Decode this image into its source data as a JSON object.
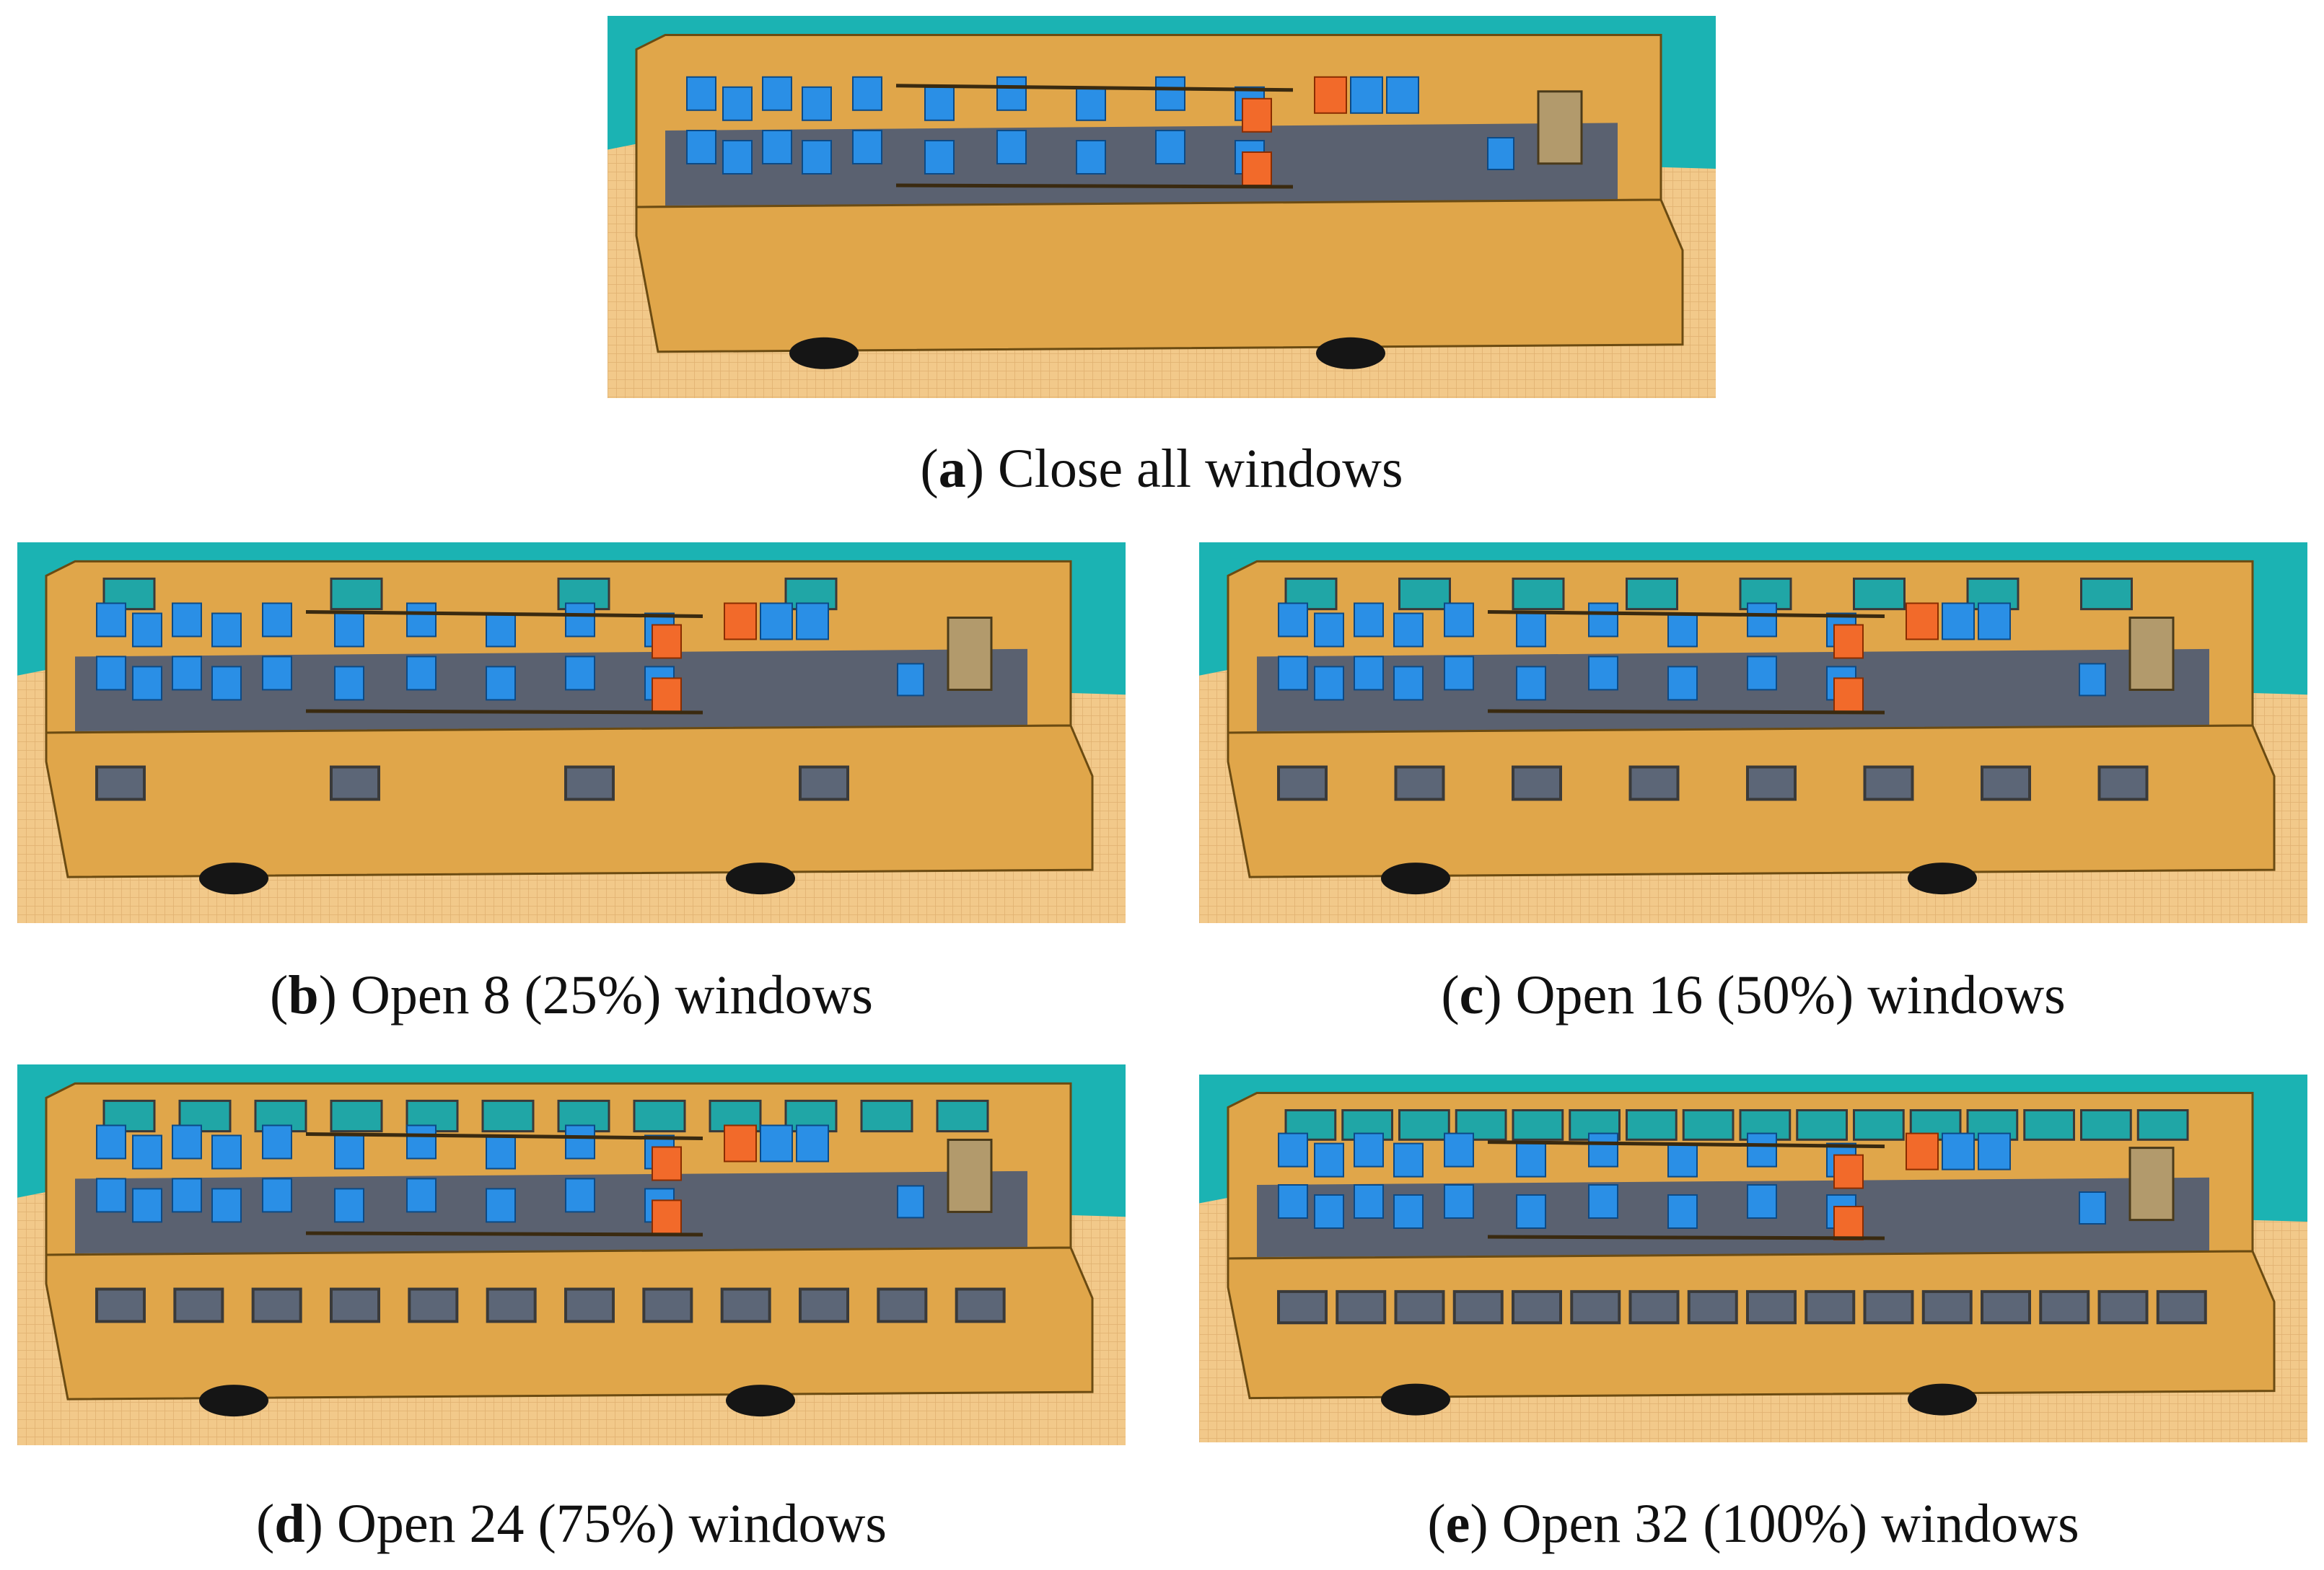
{
  "figure": {
    "panels": [
      {
        "id": "a",
        "letter": "a",
        "text": "Close all windows",
        "open_windows": 0
      },
      {
        "id": "b",
        "letter": "b",
        "text": "Open 8 (25%) windows",
        "open_windows": 8
      },
      {
        "id": "c",
        "letter": "c",
        "text": "Open 16 (50%) windows",
        "open_windows": 16
      },
      {
        "id": "d",
        "letter": "d",
        "text": "Open 24 (75%) windows",
        "open_windows": 24
      },
      {
        "id": "e",
        "letter": "e",
        "text": "Open 32 (100%) windows",
        "open_windows": 32
      }
    ]
  },
  "colors": {
    "background_wall": "#1bb3b3",
    "floor_grid": "#f2c98a",
    "bus_body": "#e0a64a",
    "bus_interior_floor": "#5a6170",
    "seat_blue": "#2a8fe6",
    "seat_orange": "#f26a2a",
    "window_frame": "#3a3a3a",
    "window_glass": "#5c6677",
    "wheel": "#151515"
  }
}
